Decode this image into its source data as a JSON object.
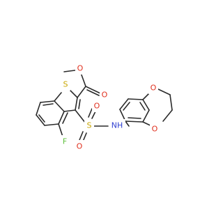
{
  "atoms": {
    "S1": {
      "symbol": "S",
      "color": "#c8a600"
    },
    "O1": {
      "symbol": "O",
      "color": "#e0301e"
    },
    "O2": {
      "symbol": "O",
      "color": "#e0301e"
    },
    "S2": {
      "symbol": "S",
      "color": "#c8a600"
    },
    "O3": {
      "symbol": "O",
      "color": "#e0301e"
    },
    "O4": {
      "symbol": "O",
      "color": "#e0301e"
    },
    "NH": {
      "symbol": "NH",
      "color": "#2f3fd1"
    },
    "F": {
      "symbol": "F",
      "color": "#5cbf3a"
    },
    "O5": {
      "symbol": "O",
      "color": "#e0301e"
    },
    "O6": {
      "symbol": "O",
      "color": "#e0301e"
    }
  },
  "colors": {
    "bond": "#2a2a2a",
    "background": "#ffffff"
  }
}
